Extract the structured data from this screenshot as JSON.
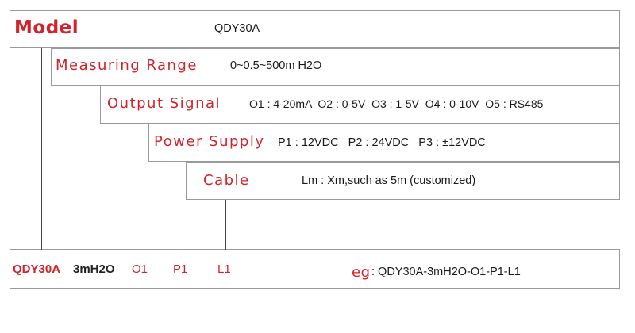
{
  "model": {
    "label": "Model",
    "value": "QDY30A"
  },
  "measuring_range": {
    "label": "Measuring Range",
    "value": "0~0.5~500m H2O"
  },
  "output_signal": {
    "label": "Output Signal",
    "value": "O1 : 4-20mA  O2 : 0-5V  O3 : 1-5V  O4 : 0-10V  O5 : RS485"
  },
  "power_supply": {
    "label": "Power Supply",
    "value": "P1 : 12VDC   P2 : 24VDC   P3 : ±12VDC"
  },
  "cable": {
    "label": "Cable",
    "value": "Lm : Xm,such as 5m (customized)"
  },
  "code_row": {
    "model_code": "QDY30A",
    "range_code": "3mH2O",
    "output_code": "O1",
    "power_code": "P1",
    "cable_code": "L1",
    "eg_label": "eg",
    "eg_value": ": QDY30A-3mH2O-O1-P1-L1"
  },
  "colors": {
    "accent": "#d2232a",
    "border": "#9a9a9a",
    "line": "#444444"
  }
}
